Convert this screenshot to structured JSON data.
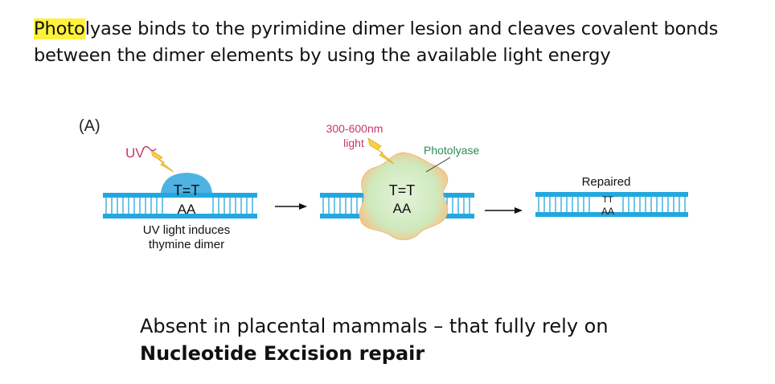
{
  "intro": {
    "highlight": "Photo",
    "line1_rest": "lyase binds to the pyrimidine dimer lesion and cleaves covalent bonds",
    "line2": "between the dimer elements by using the available light energy"
  },
  "figure": {
    "panel_label": "(A)",
    "step1": {
      "uv_label": "UV",
      "dimer": "T=T",
      "pair": "AA",
      "caption_line1": "UV light induces",
      "caption_line2": "thymine dimer"
    },
    "step2": {
      "wavelength": "300-600nm",
      "light": "light",
      "enzyme": "Photolyase",
      "dimer": "T=T",
      "pair": "AA"
    },
    "step3": {
      "label": "Repaired",
      "top": "TT",
      "bottom": "AA"
    },
    "colors": {
      "dna": "#22a8df",
      "bubble": "#4eb3e2",
      "enzyme_fill": "#d3ebc3",
      "enzyme_glow": "#f4c98e",
      "bolt": "#f7d046",
      "uv_text": "#c8356b",
      "enzyme_text": "#2c8a5a"
    }
  },
  "conclusion": {
    "line1": "Absent in placental mammals – that fully rely on",
    "line2": "Nucleotide Excision repair"
  }
}
